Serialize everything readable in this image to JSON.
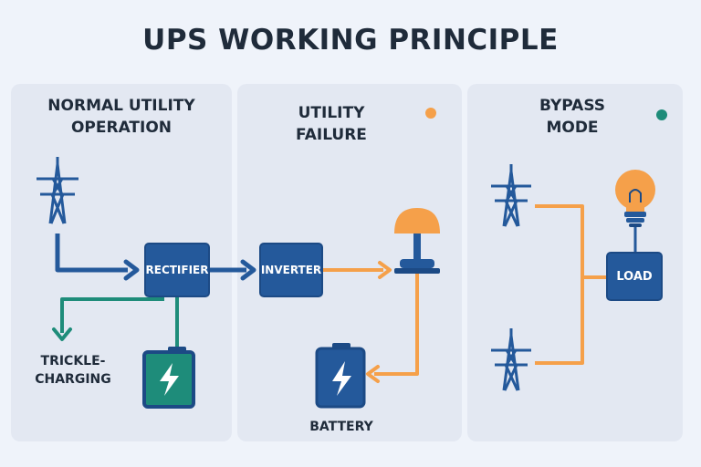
{
  "title": "UPS WORKING PRINCIPLE",
  "panels": {
    "normal": {
      "heading_line1": "NORMAL UTILITY",
      "heading_line2": "OPERATION",
      "rectifier": "RECTIFIER",
      "trickle_line1": "TRICKLE-",
      "trickle_line2": "CHARGING"
    },
    "failure": {
      "heading_line1": "UTILITY",
      "heading_line2": "FAILURE",
      "inverter": "INVERTER",
      "battery": "BATTERY",
      "dot_color": "#f5a04a"
    },
    "bypass": {
      "heading_line1": "BYPASS",
      "heading_line2": "MODE",
      "load": "LOAD",
      "dot_color": "#1e8c7a"
    }
  },
  "colors": {
    "blue": "#24599b",
    "orange": "#f5a04a",
    "green": "#1e8c7a",
    "text": "#1f2b3a"
  },
  "icons": [
    "power-tower-icon",
    "battery-icon",
    "lightning-icon",
    "lamp-icon",
    "light-bulb-icon",
    "arrow-icon"
  ]
}
